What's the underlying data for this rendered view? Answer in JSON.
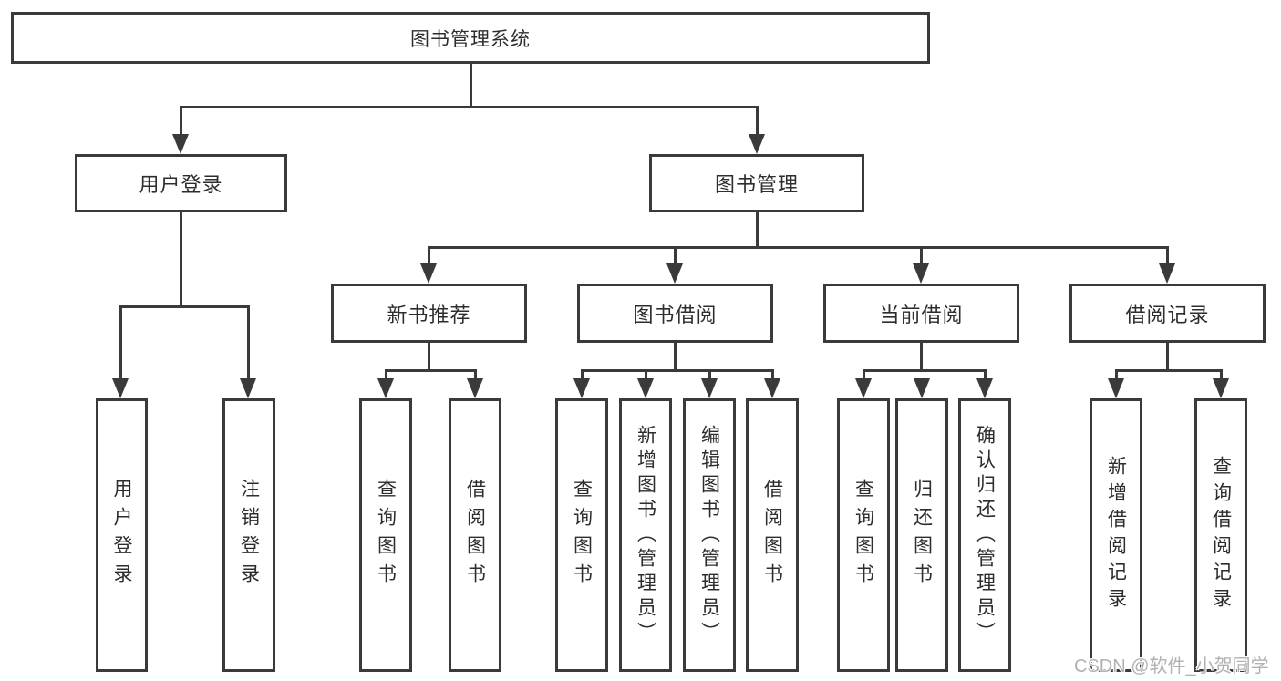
{
  "diagram": {
    "root": {
      "label": "图书管理系统"
    },
    "branches": [
      {
        "label": "用户登录",
        "children": [
          {
            "label": "用户登录"
          },
          {
            "label": "注销登录"
          }
        ]
      },
      {
        "label": "图书管理",
        "children": [
          {
            "label": "新书推荐",
            "children": [
              {
                "label": "查询图书"
              },
              {
                "label": "借阅图书"
              }
            ]
          },
          {
            "label": "图书借阅",
            "children": [
              {
                "label": "查询图书"
              },
              {
                "label": "新增图书（管理员）"
              },
              {
                "label": "编辑图书（管理员）"
              },
              {
                "label": "借阅图书"
              }
            ]
          },
          {
            "label": "当前借阅",
            "children": [
              {
                "label": "查询图书"
              },
              {
                "label": "归还图书"
              },
              {
                "label": "确认归还（管理员）"
              }
            ]
          },
          {
            "label": "借阅记录",
            "children": [
              {
                "label": "新增借阅记录"
              },
              {
                "label": "查询借阅记录"
              }
            ]
          }
        ]
      }
    ]
  },
  "watermark": {
    "text": "CSDN @软件_小贺同学"
  },
  "colors": {
    "line": "#3a3a3a",
    "text": "#2d2d2d",
    "watermark_text": "#b2b2b2",
    "background": "#ffffff"
  }
}
